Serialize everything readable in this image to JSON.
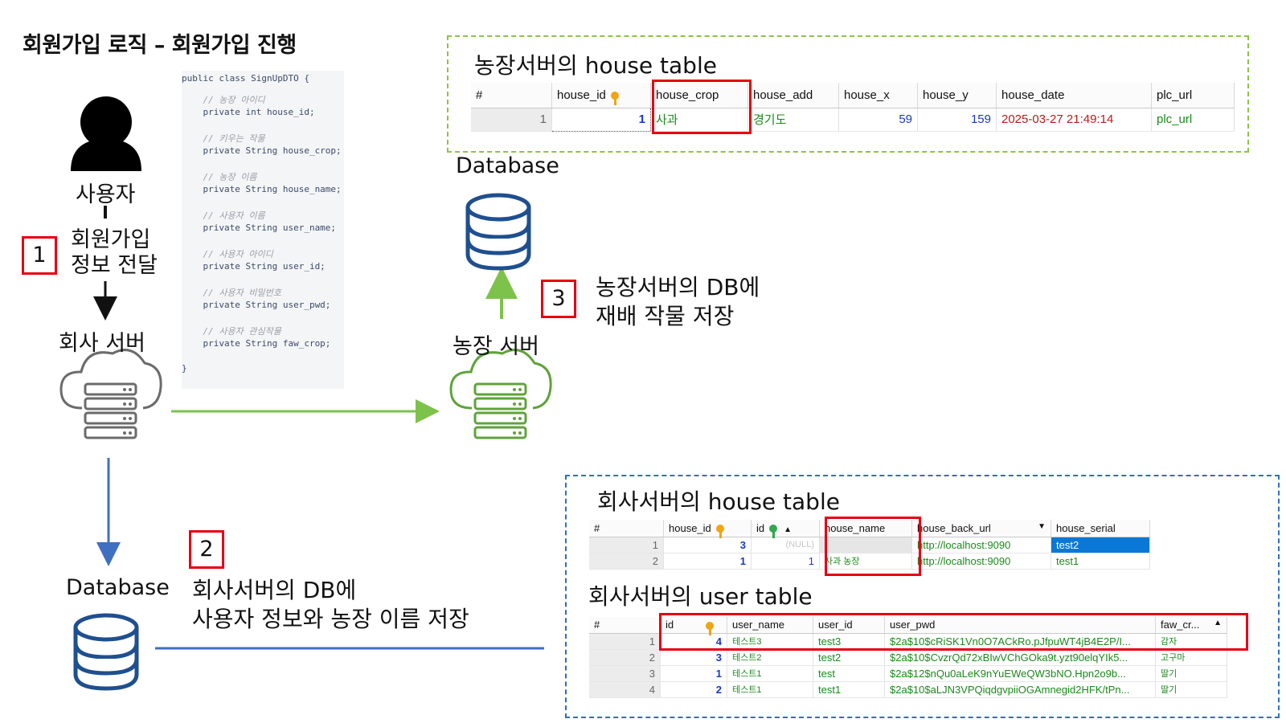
{
  "title": "회원가입 로직 – 회원가입 진행",
  "colors": {
    "farm": "#7dc24b",
    "company": "#3f6fc0",
    "highlight": "#e60012"
  },
  "left": {
    "user_label": "사용자",
    "step1": "1",
    "step1_text_line1": "회원가입",
    "step1_text_line2": "정보 전달",
    "company_server_label": "회사 서버",
    "company_db_label": "Database",
    "step2": "2",
    "step2_text_line1": "회사서버의 DB에",
    "step2_text_line2": "사용자 정보와 농장 이름 저장"
  },
  "middle": {
    "farm_db_label": "Database",
    "step3": "3",
    "step3_text_line1": "농장서버의 DB에",
    "step3_text_line2": "재배 작물 저장",
    "farm_server_label": "농장 서버"
  },
  "code": {
    "lines": [
      {
        "t": "public class SignUpDTO {",
        "c": "kw"
      },
      {
        "t": "    // 농장 아이디",
        "c": "cm"
      },
      {
        "t": "    private int house_id;",
        "c": ""
      },
      {
        "t": "    // 키우는 작물",
        "c": "cm"
      },
      {
        "t": "    private String house_crop;",
        "c": ""
      },
      {
        "t": "    // 농장 이름",
        "c": "cm"
      },
      {
        "t": "    private String house_name;",
        "c": ""
      },
      {
        "t": "    // 사용자 이름",
        "c": "cm"
      },
      {
        "t": "    private String user_name;",
        "c": ""
      },
      {
        "t": "    // 사용자 아이디",
        "c": "cm"
      },
      {
        "t": "    private String user_id;",
        "c": ""
      },
      {
        "t": "    // 사용자 비밀번호",
        "c": "cm"
      },
      {
        "t": "    private String user_pwd;",
        "c": ""
      },
      {
        "t": "    // 사용자 관심작물",
        "c": "cm"
      },
      {
        "t": "    private String faw_crop;",
        "c": ""
      },
      {
        "t": "}",
        "c": "kw"
      }
    ]
  },
  "farm_house_table": {
    "title": "농장서버의 house table",
    "columns": [
      "#",
      "house_id",
      "house_crop",
      "house_add",
      "house_x",
      "house_y",
      "house_date",
      "plc_url"
    ],
    "rows": [
      [
        "1",
        "1",
        "사과",
        "경기도",
        "59",
        "159",
        "2025-03-27 21:49:14",
        "plc_url"
      ]
    ]
  },
  "company_house_table": {
    "title": "회사서버의 house table",
    "columns": [
      "#",
      "house_id",
      "id",
      "house_name",
      "house_back_url",
      "house_serial"
    ],
    "rows": [
      [
        "1",
        "3",
        "(NULL)",
        "",
        "http://localhost:9090",
        "test2"
      ],
      [
        "2",
        "1",
        "1",
        "사과 농장",
        "http://localhost:9090",
        "test1"
      ]
    ]
  },
  "company_user_table": {
    "title": "회사서버의 user table",
    "columns": [
      "#",
      "id",
      "user_name",
      "user_id",
      "user_pwd",
      "faw_cr..."
    ],
    "rows": [
      [
        "1",
        "4",
        "테스트3",
        "test3",
        "$2a$10$cRiSK1Vn0O7ACkRo.pJfpuWT4jB4E2P/I...",
        "감자"
      ],
      [
        "2",
        "3",
        "테스트2",
        "test2",
        "$2a$10$CvzrQd72xBIwVChGOka9t.yzt90elqYIk5...",
        "고구마"
      ],
      [
        "3",
        "1",
        "테스트1",
        "test",
        "$2a$12$nQu0aLeK9nYuEWeQW3bNO.Hpn2o9b...",
        "딸기"
      ],
      [
        "4",
        "2",
        "테스트1",
        "test1",
        "$2a$10$aLJN3VPQiqdgvpiiOGAmnegid2HFK/tPn...",
        "딸기"
      ]
    ]
  }
}
